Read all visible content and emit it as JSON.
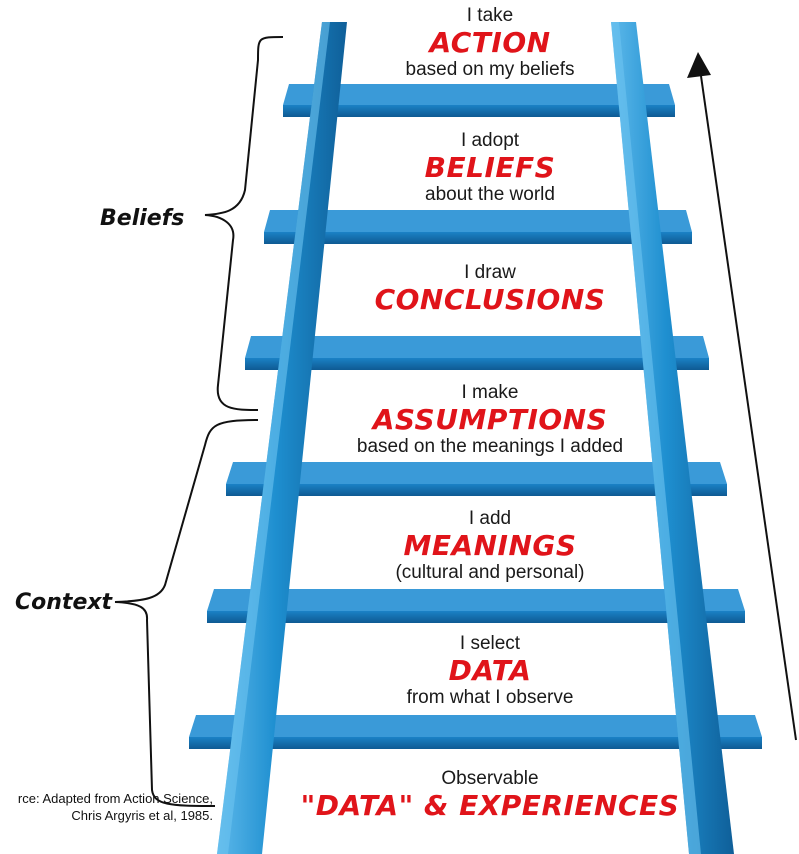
{
  "steps": [
    {
      "top_text": "I take",
      "keyword": "ACTION",
      "bottom_text": "based on my beliefs"
    },
    {
      "top_text": "I adopt",
      "keyword": "BELIEFS",
      "bottom_text": "about the world"
    },
    {
      "top_text": "I draw",
      "keyword": "CONCLUSIONS",
      "bottom_text": ""
    },
    {
      "top_text": "I make",
      "keyword": "ASSUMPTIONS",
      "bottom_text": "based on the meanings I added"
    },
    {
      "top_text": "I add",
      "keyword": "MEANINGS",
      "bottom_text": "(cultural and personal)"
    },
    {
      "top_text": "I select",
      "keyword": "DATA",
      "bottom_text": "from what I observe"
    },
    {
      "top_text": "Observable",
      "keyword": "\"DATA\" & EXPERIENCES",
      "bottom_text": ""
    }
  ],
  "brackets": {
    "beliefs_label": "Beliefs",
    "context_label": "Context"
  },
  "source": {
    "line1": "rce: Adapted from Action Science,",
    "line2": "Chris Argyris et al, 1985."
  },
  "colors": {
    "rail": "#1e8fd0",
    "rung": "#1473b8",
    "keyword": "#e0141a",
    "text": "#1a1a1a"
  }
}
